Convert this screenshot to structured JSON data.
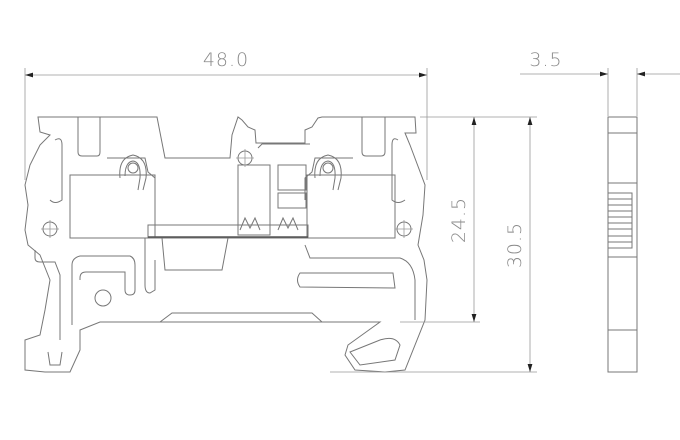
{
  "drawing": {
    "dimensions": {
      "width": "48.0",
      "thickness": "3.5",
      "rail_height": "24.5",
      "total_height": "30.5"
    },
    "colors": {
      "line": "#777777",
      "dimension": "#999999",
      "text": "#8a8a8a"
    }
  }
}
